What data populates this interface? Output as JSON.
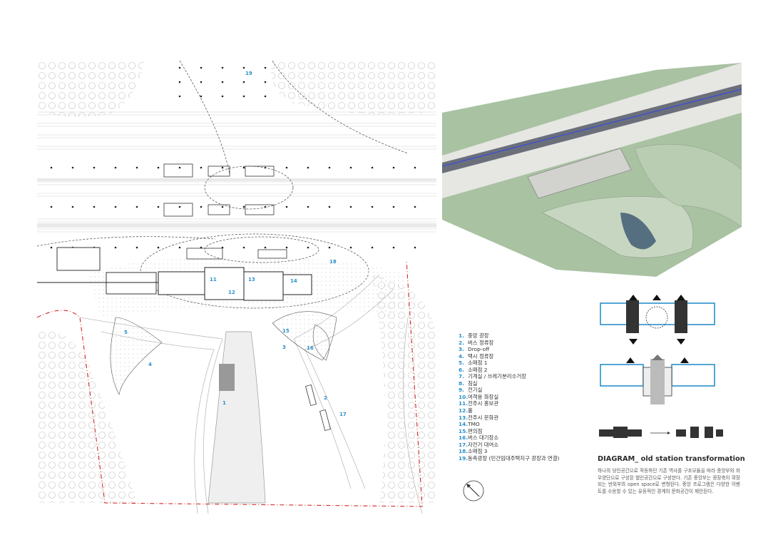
{
  "legend": [
    {
      "num": "1.",
      "label": "중앙 광장"
    },
    {
      "num": "2.",
      "label": "버스 정류장"
    },
    {
      "num": "3.",
      "label": "Drop-off"
    },
    {
      "num": "4.",
      "label": "택시 정류장"
    },
    {
      "num": "5.",
      "label": "소매점 1"
    },
    {
      "num": "6.",
      "label": "소매점 2"
    },
    {
      "num": "7.",
      "label": "기계실 / 쓰레기분리수거장"
    },
    {
      "num": "8.",
      "label": "침실"
    },
    {
      "num": "9.",
      "label": "전기실"
    },
    {
      "num": "10.",
      "label": "여객용 화장실"
    },
    {
      "num": "11.",
      "label": "전주시 홍보관"
    },
    {
      "num": "12.",
      "label": "홀"
    },
    {
      "num": "13.",
      "label": "전주시 문화관"
    },
    {
      "num": "14.",
      "label": "TMO"
    },
    {
      "num": "15.",
      "label": "편의점"
    },
    {
      "num": "16.",
      "label": "버스 대기장소"
    },
    {
      "num": "17.",
      "label": "자전거 대여소"
    },
    {
      "num": "18.",
      "label": "소매점 3"
    },
    {
      "num": "19.",
      "label": "동측광장 (민간임대주택지구 광장과 연결)"
    }
  ],
  "plan_labels": {
    "n1": "1",
    "n2": "2",
    "n3": "3",
    "n4": "4",
    "n5": "5",
    "n11": "11",
    "n12": "12",
    "n13": "13",
    "n14": "14",
    "n15": "15",
    "n16": "16",
    "n17": "17",
    "n18": "18",
    "n19": "19"
  },
  "diagram": {
    "title": "DIAGRAM_ old station transformation",
    "body": "하나의 덩인공간으로 작동하던 기존 역사를 구조모듈을 따라 중앙부와 좌우양단으로 구성된 별린공간으로 구성한다. 기존 중앙부는 광장축이 확장되는 반외부의 open space로 변형된다. 중앙 프로그램은 다양한 이벤트를 수용할 수 있는 유동적인 경계의 문화공간이 제안된다."
  },
  "colors": {
    "accent_blue": "#2a8fc9",
    "boundary_red": "#d42a2a",
    "ground_green": "#9db89a"
  }
}
